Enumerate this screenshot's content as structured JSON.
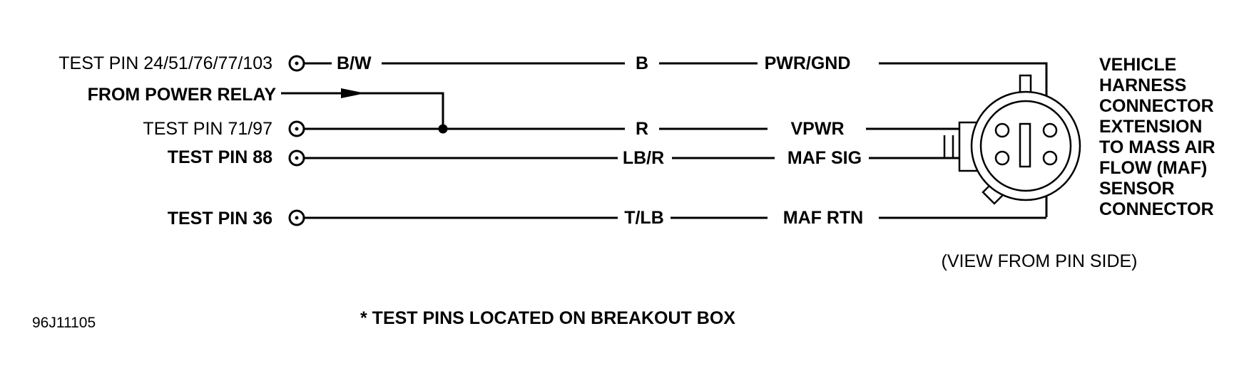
{
  "test_pins": [
    {
      "label": "TEST PIN 24/51/76/77/103"
    },
    {
      "label": "TEST PIN 71/97"
    },
    {
      "label": "TEST PIN 88"
    },
    {
      "label": "TEST PIN 36"
    }
  ],
  "power_relay_label": "FROM POWER RELAY",
  "wire_colors": [
    "B/W",
    "B",
    "R",
    "LB/R",
    "T/LB"
  ],
  "signals": [
    "PWR/GND",
    "VPWR",
    "MAF SIG",
    "MAF RTN"
  ],
  "connector_title": [
    "VEHICLE",
    "HARNESS",
    "CONNECTOR",
    "EXTENSION",
    "TO MASS AIR",
    "FLOW (MAF)",
    "SENSOR",
    "CONNECTOR"
  ],
  "view_note": "(VIEW FROM PIN SIDE)",
  "figure_id": "96J11105",
  "footnote": "* TEST PINS LOCATED ON BREAKOUT BOX"
}
